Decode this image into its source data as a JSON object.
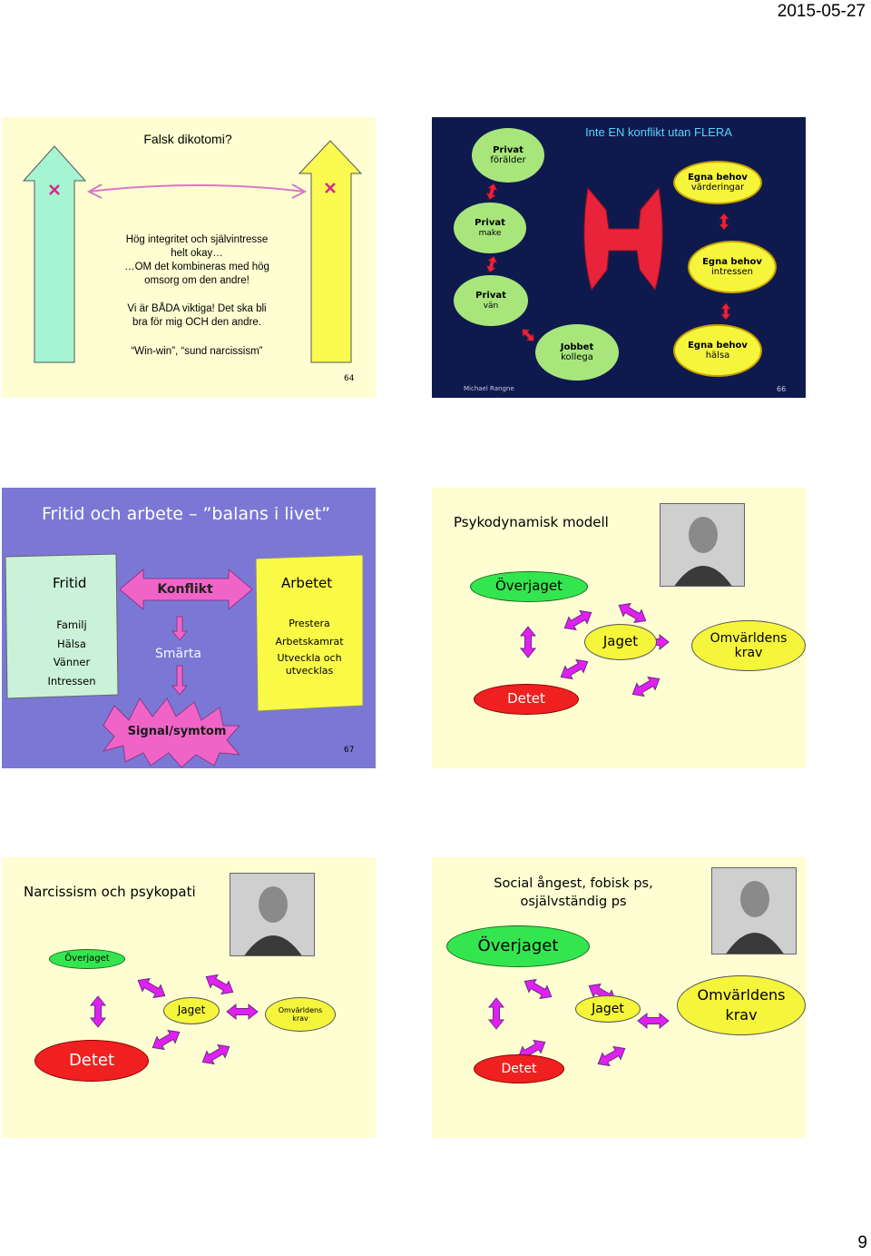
{
  "page": {
    "date": "2015-05-27",
    "number": "9"
  },
  "slide64": {
    "title": "Falsk dikotomi?",
    "line1": "Hög integritet och självintresse",
    "line2": "helt okay…",
    "line3": "…OM det kombineras med hög",
    "line4": "omsorg om den andre!",
    "line5": "Vi är BÅDA viktiga! Det ska bli",
    "line6": "bra för mig OCH den andre.",
    "line7": "“Win-win”, “sund narcissism”",
    "slide_no": "64",
    "colors": {
      "bg": "#fefed2",
      "left_arrow": "#a6f5d2",
      "right_arrow": "#fafa50",
      "mark": "#d62a8f"
    }
  },
  "slide66": {
    "title": "Inte EN konflikt utan FLERA",
    "nodes": {
      "foralder": {
        "bold": "Privat",
        "sub": "förälder"
      },
      "make": {
        "bold": "Privat",
        "sub": "make"
      },
      "van": {
        "bold": "Privat",
        "sub": "vän"
      },
      "kollega": {
        "bold": "Jobbet",
        "sub": "kollega"
      },
      "varderingar": {
        "bold": "Egna behov",
        "sub": "värderingar"
      },
      "intressen": {
        "bold": "Egna behov",
        "sub": "intressen"
      },
      "halsa": {
        "bold": "Egna behov",
        "sub": "hälsa"
      }
    },
    "author": "Michael Rangne",
    "slide_no": "66",
    "colors": {
      "bg": "#0e1a4e",
      "title": "#5ad2ff",
      "green": "#a8e67c",
      "yellow": "#f5f53c",
      "red": "#e8233a"
    }
  },
  "slide67": {
    "title": "Fritid och arbete – ”balans i livet”",
    "fritid": "Fritid",
    "fritid_items": [
      "Familj",
      "Hälsa",
      "Vänner",
      "Intressen"
    ],
    "konflikt": "Konflikt",
    "smarta": "Smärta",
    "arbetet": "Arbetet",
    "arbetet_items": [
      "Prestera",
      "Arbetskamrat",
      "Utveckla och",
      "utvecklas"
    ],
    "signal": "Signal/symtom",
    "slide_no": "67",
    "colors": {
      "bg": "#7a78d4",
      "card": "#caf2d8",
      "burst": "#f064c8",
      "yellow": "#fafa46"
    }
  },
  "psykodynamisk": {
    "title": "Psykodynamisk modell",
    "overjaget": "Överjaget",
    "jaget": "Jaget",
    "omvarldens": "Omvärldens",
    "krav": "krav",
    "detet": "Detet"
  },
  "narcissism": {
    "title": "Narcissism och psykopati",
    "overjaget": "Överjaget",
    "jaget": "Jaget",
    "omvarldens": "Omvärldens",
    "krav": "krav",
    "detet": "Detet"
  },
  "social": {
    "title_line1": "Social ångest, fobisk ps,",
    "title_line2": "osjälvständig ps",
    "overjaget": "Överjaget",
    "jaget": "Jaget",
    "omvarldens": "Omvärldens",
    "krav": "krav",
    "detet": "Detet"
  }
}
